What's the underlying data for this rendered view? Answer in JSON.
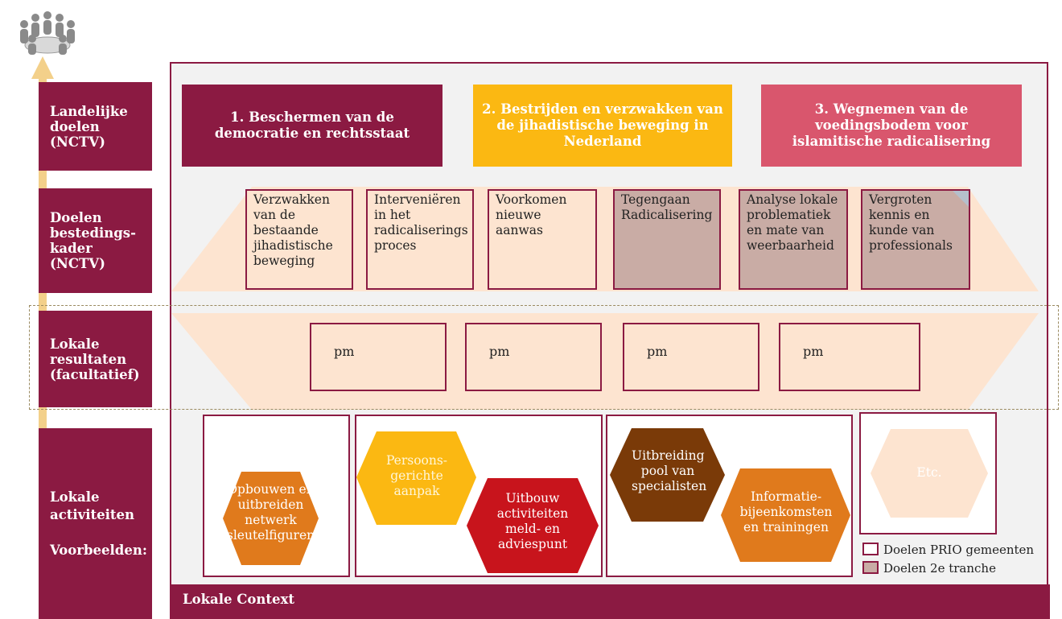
{
  "row_labels": {
    "landelijke": [
      "Landelijke",
      "doelen",
      "(NCTV)"
    ],
    "doelen": [
      "Doelen",
      "bestedings-",
      "kader",
      "(NCTV)"
    ],
    "lokale_res": [
      "Lokale",
      "resultaten",
      "(facultatief)"
    ],
    "lokale_act": [
      "Lokale",
      "activiteiten",
      "",
      "Voorbeelden:"
    ]
  },
  "goals": [
    {
      "text": "1. Beschermen van de democratie en rechtsstaat",
      "color": "#8b1a42"
    },
    {
      "text": "2. Bestrijden en verzwakken van de jihadistische beweging in Nederland",
      "color": "#fbb812"
    },
    {
      "text": "3. Wegnemen van de voedingsbodem voor islamitische radicalisering",
      "color": "#d9566d"
    }
  ],
  "subgoals": [
    {
      "text": "Verzwakken van de bestaande jihadistische beweging",
      "type": "prio"
    },
    {
      "text": "Interveniëren in het radicaliserings proces",
      "type": "prio"
    },
    {
      "text": "Voorkomen nieuwe aanwas",
      "type": "prio"
    },
    {
      "text": "Tegengaan Radicalisering",
      "type": "tranche"
    },
    {
      "text": "Analyse lokale problematiek en mate van weerbaarheid",
      "type": "tranche"
    },
    {
      "text": "Vergroten kennis en kunde van professionals",
      "type": "tranche"
    }
  ],
  "results": [
    "pm",
    "pm",
    "pm",
    "pm"
  ],
  "activities": [
    {
      "text": "Opbouwen en uitbreiden netwerk sleutelfiguren",
      "color": "#e07a1c"
    },
    {
      "text": "Persoons-gerichte aanpak",
      "color": "#fbb812"
    },
    {
      "text": "Uitbouw activiteiten meld- en adviespunt",
      "color": "#c8141c"
    },
    {
      "text": "Uitbreiding pool van specialisten",
      "color": "#7a3a08"
    },
    {
      "text": "Informatie-bijeenkomsten en trainingen",
      "color": "#e07a1c"
    },
    {
      "text": "Etc.",
      "color": "#fde4d0"
    }
  ],
  "legend": [
    {
      "label": "Doelen PRIO gemeenten",
      "color": "#ffffff"
    },
    {
      "label": "Doelen 2e tranche",
      "color": "#c9aca5"
    }
  ],
  "context": "Lokale Context",
  "colors": {
    "maroon": "#8b1a42",
    "peach": "#fde4d0",
    "arrow": "#f3d08a"
  }
}
